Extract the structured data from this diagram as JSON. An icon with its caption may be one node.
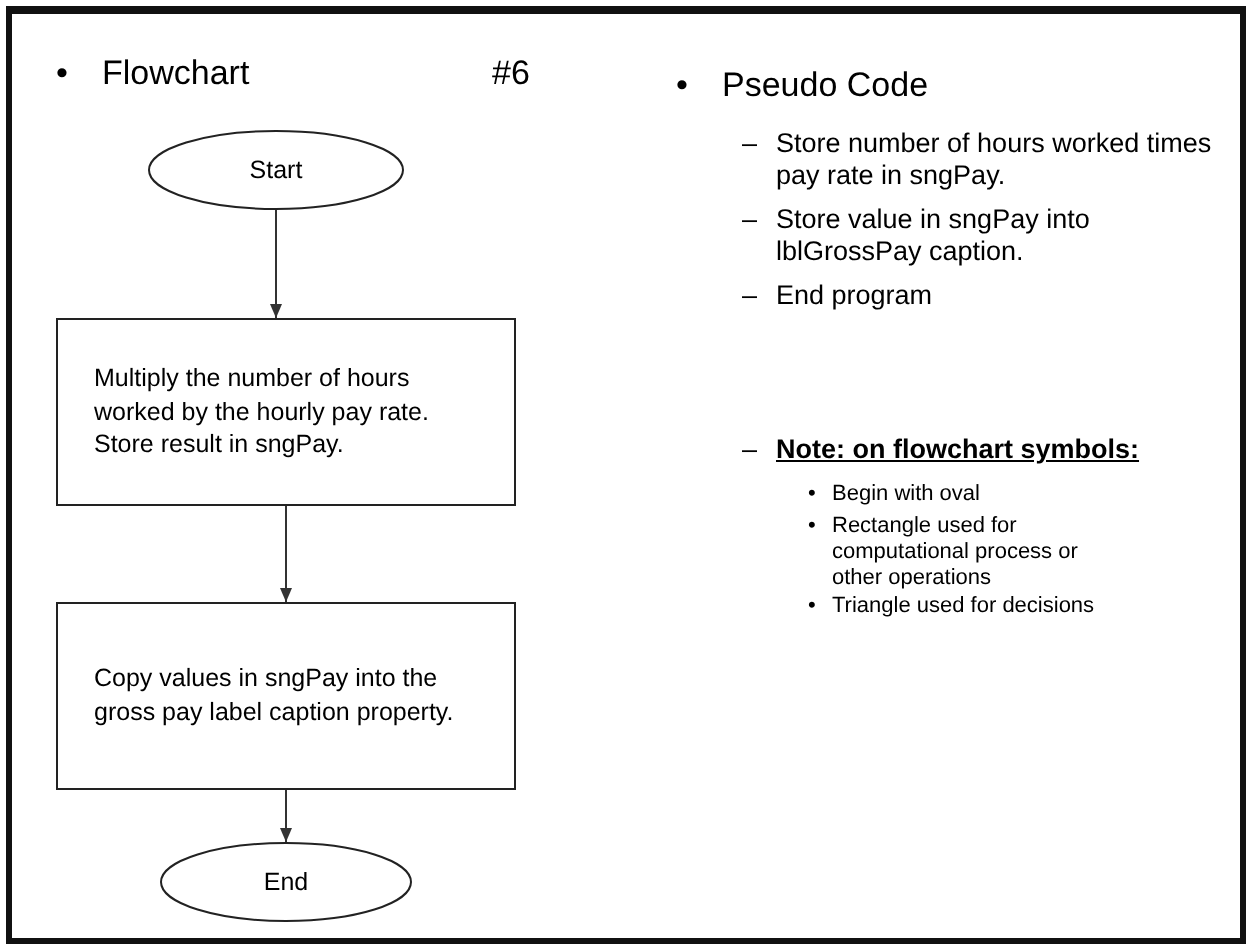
{
  "diagram": {
    "nodes": [
      {
        "text": [
          "Start"
        ]
      },
      {
        "text": [
          "Multiply the number of hours worked by the hourly pay rate.  Store result in sngPay."
        ]
      },
      {
        "text": [
          "Copy values in sngPay into the gross pay label caption property."
        ]
      },
      {
        "text": [
          "End"
        ]
      }
    ],
    "edges": [
      {
        "from": 0,
        "to": 1,
        "arrow": "to"
      },
      {
        "from": 1,
        "to": 2,
        "arrow": "to"
      },
      {
        "from": 2,
        "to": 3,
        "arrow": "to"
      }
    ],
    "labels": [
      "•",
      "Flowchart",
      "#6",
      "•",
      "Pseudo Code",
      "–",
      "Store number of hours worked times pay rate in sngPay.",
      "–",
      "Store value in sngPay into lblGrossPay caption.",
      "–",
      "End program",
      "–",
      "Note: on flowchart symbols:",
      "•",
      "Begin with oval",
      "•",
      "Rectangle used for computational process or other operations",
      "•",
      "Triangle used for decisions"
    ]
  }
}
